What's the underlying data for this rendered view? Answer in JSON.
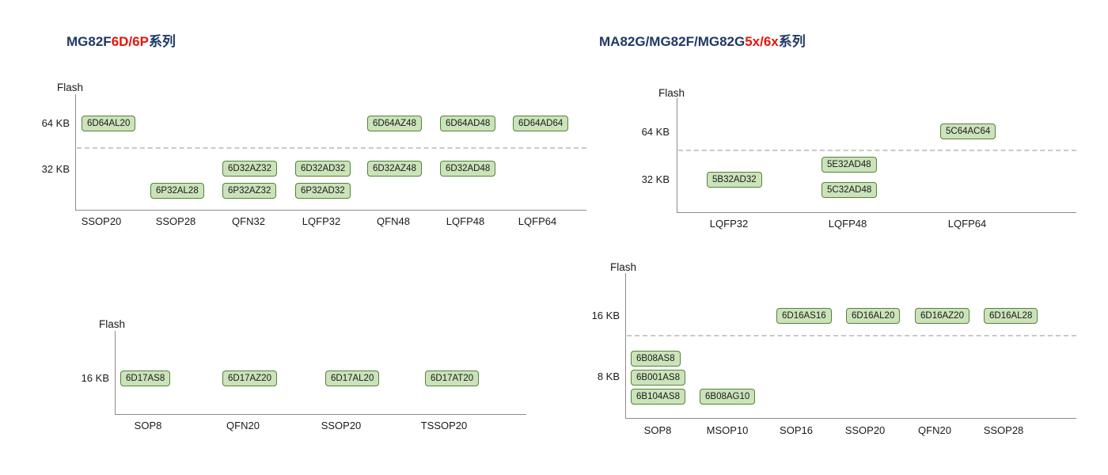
{
  "colors": {
    "title_navy": "#1f3864",
    "title_red": "#e3170d",
    "chip_fill": "#cbe3ba",
    "chip_border": "#55813a",
    "axis_gray": "#8c8c8c",
    "divider_gray": "#c9c9c9"
  },
  "panels": {
    "p1": {
      "title": {
        "brand": "MG82F",
        "highlight": "6D/6P",
        "suffix": "系列"
      },
      "flash_label": "Flash",
      "yticks": [
        "64 KB",
        "32 KB"
      ],
      "xcats": [
        "SSOP20",
        "SSOP28",
        "QFN32",
        "LQFP32",
        "QFN48",
        "LQFP48",
        "LQFP64"
      ],
      "chips": [
        "6D64AL20",
        "6D64AZ48",
        "6D64AD48",
        "6D64AD64",
        "6D32AZ32",
        "6D32AD32",
        "6D32AZ48",
        "6D32AD48",
        "6P32AL28",
        "6P32AZ32",
        "6P32AD32"
      ]
    },
    "p2": {
      "flash_label": "Flash",
      "yticks": [
        "16 KB"
      ],
      "xcats": [
        "SOP8",
        "QFN20",
        "SSOP20",
        "TSSOP20"
      ],
      "chips": [
        "6D17AS8",
        "6D17AZ20",
        "6D17AL20",
        "6D17AT20"
      ]
    },
    "p3": {
      "title": {
        "brand": "MA82G/MG82F/MG82G",
        "highlight": "5x/6x",
        "suffix": "系列"
      },
      "flash_label": "Flash",
      "yticks": [
        "64 KB",
        "32 KB"
      ],
      "xcats": [
        "LQFP32",
        "LQFP48",
        "LQFP64"
      ],
      "chips": [
        "5C64AC64",
        "5E32AD48",
        "5B32AD32",
        "5C32AD48"
      ]
    },
    "p4": {
      "flash_label": "Flash",
      "yticks": [
        "16 KB",
        "8 KB"
      ],
      "xcats": [
        "SOP8",
        "MSOP10",
        "SOP16",
        "SSOP20",
        "QFN20",
        "SSOP28"
      ],
      "chips": [
        "6D16AS16",
        "6D16AL20",
        "6D16AZ20",
        "6D16AL28",
        "6B08AS8",
        "6B001AS8",
        "6B104AS8",
        "6B08AG10"
      ]
    }
  },
  "chart_data": [
    {
      "type": "scatter",
      "title": "MG82F6D/6P系列",
      "ylabel": "Flash",
      "y_categories": [
        "64 KB",
        "32 KB"
      ],
      "x_categories": [
        "SSOP20",
        "SSOP28",
        "QFN32",
        "LQFP32",
        "QFN48",
        "LQFP48",
        "LQFP64"
      ],
      "legend": "none",
      "grid": false,
      "points": [
        {
          "part": "6D64AL20",
          "package": "SSOP20",
          "flash": "64 KB"
        },
        {
          "part": "6D64AZ48",
          "package": "QFN48",
          "flash": "64 KB"
        },
        {
          "part": "6D64AD48",
          "package": "LQFP48",
          "flash": "64 KB"
        },
        {
          "part": "6D64AD64",
          "package": "LQFP64",
          "flash": "64 KB"
        },
        {
          "part": "6D32AZ32",
          "package": "QFN32",
          "flash": "32 KB"
        },
        {
          "part": "6D32AD32",
          "package": "LQFP32",
          "flash": "32 KB"
        },
        {
          "part": "6D32AZ48",
          "package": "QFN48",
          "flash": "32 KB"
        },
        {
          "part": "6D32AD48",
          "package": "LQFP48",
          "flash": "32 KB"
        },
        {
          "part": "6P32AL28",
          "package": "SSOP28",
          "flash": "32 KB"
        },
        {
          "part": "6P32AZ32",
          "package": "QFN32",
          "flash": "32 KB"
        },
        {
          "part": "6P32AD32",
          "package": "LQFP32",
          "flash": "32 KB"
        }
      ]
    },
    {
      "type": "scatter",
      "title": "",
      "ylabel": "Flash",
      "y_categories": [
        "16 KB"
      ],
      "x_categories": [
        "SOP8",
        "QFN20",
        "SSOP20",
        "TSSOP20"
      ],
      "legend": "none",
      "grid": false,
      "points": [
        {
          "part": "6D17AS8",
          "package": "SOP8",
          "flash": "16 KB"
        },
        {
          "part": "6D17AZ20",
          "package": "QFN20",
          "flash": "16 KB"
        },
        {
          "part": "6D17AL20",
          "package": "SSOP20",
          "flash": "16 KB"
        },
        {
          "part": "6D17AT20",
          "package": "TSSOP20",
          "flash": "16 KB"
        }
      ]
    },
    {
      "type": "scatter",
      "title": "MA82G/MG82F/MG82G5x/6x系列",
      "ylabel": "Flash",
      "y_categories": [
        "64 KB",
        "32 KB"
      ],
      "x_categories": [
        "LQFP32",
        "LQFP48",
        "LQFP64"
      ],
      "legend": "none",
      "grid": false,
      "points": [
        {
          "part": "5C64AC64",
          "package": "LQFP64",
          "flash": "64 KB"
        },
        {
          "part": "5E32AD48",
          "package": "LQFP48",
          "flash": "32 KB"
        },
        {
          "part": "5B32AD32",
          "package": "LQFP32",
          "flash": "32 KB"
        },
        {
          "part": "5C32AD48",
          "package": "LQFP48",
          "flash": "32 KB"
        }
      ]
    },
    {
      "type": "scatter",
      "title": "",
      "ylabel": "Flash",
      "y_categories": [
        "16 KB",
        "8 KB"
      ],
      "x_categories": [
        "SOP8",
        "MSOP10",
        "SOP16",
        "SSOP20",
        "QFN20",
        "SSOP28"
      ],
      "legend": "none",
      "grid": false,
      "points": [
        {
          "part": "6D16AS16",
          "package": "SOP16",
          "flash": "16 KB"
        },
        {
          "part": "6D16AL20",
          "package": "SSOP20",
          "flash": "16 KB"
        },
        {
          "part": "6D16AZ20",
          "package": "QFN20",
          "flash": "16 KB"
        },
        {
          "part": "6D16AL28",
          "package": "SSOP28",
          "flash": "16 KB"
        },
        {
          "part": "6B08AS8",
          "package": "SOP8",
          "flash": "8 KB"
        },
        {
          "part": "6B001AS8",
          "package": "SOP8",
          "flash": "8 KB"
        },
        {
          "part": "6B104AS8",
          "package": "SOP8",
          "flash": "8 KB"
        },
        {
          "part": "6B08AG10",
          "package": "MSOP10",
          "flash": "8 KB"
        }
      ]
    }
  ]
}
